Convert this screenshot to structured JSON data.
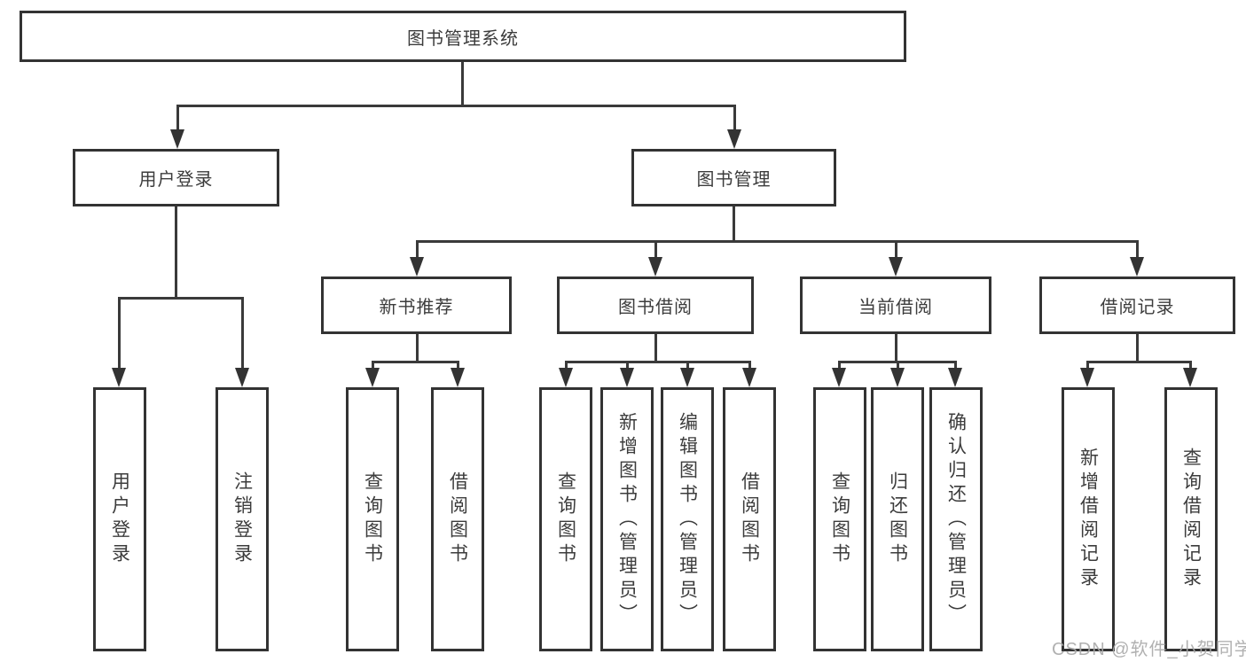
{
  "diagram": {
    "type": "hierarchy-tree",
    "root": {
      "label": "图书管理系统"
    },
    "branches": [
      {
        "label": "用户登录",
        "children": [
          {
            "label": "用户登录"
          },
          {
            "label": "注销登录"
          }
        ]
      },
      {
        "label": "图书管理",
        "children": [
          {
            "label": "新书推荐",
            "children": [
              {
                "label": "查询图书"
              },
              {
                "label": "借阅图书"
              }
            ]
          },
          {
            "label": "图书借阅",
            "children": [
              {
                "label": "查询图书"
              },
              {
                "label": "新增图书（管理员）"
              },
              {
                "label": "编辑图书（管理员）"
              },
              {
                "label": "借阅图书"
              }
            ]
          },
          {
            "label": "当前借阅",
            "children": [
              {
                "label": "查询图书"
              },
              {
                "label": "归还图书"
              },
              {
                "label": "确认归还（管理员）"
              }
            ]
          },
          {
            "label": "借阅记录",
            "children": [
              {
                "label": "新增借阅记录"
              },
              {
                "label": "查询借阅记录"
              }
            ]
          }
        ]
      }
    ]
  },
  "watermark": {
    "text": "CSDN @软件_小贺同学"
  },
  "colors": {
    "line": "#3a3a3a",
    "border": "#333333",
    "text": "#3c3c3c",
    "background": "#ffffff",
    "watermark": "#a8a8a8"
  }
}
